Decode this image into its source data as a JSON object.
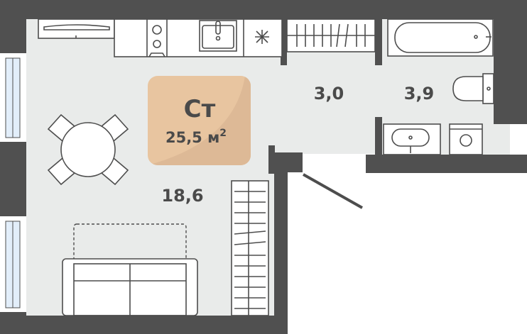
{
  "apartment": {
    "type_label": "Ст",
    "total_area": "25,5 м",
    "area_superscript": "2"
  },
  "rooms": {
    "living_area": "18,6",
    "hall_area": "3,0",
    "bathroom_area": "3,9"
  },
  "colors": {
    "wall": "#505050",
    "floor": "#e9ebea",
    "badge": "#e8c5a0",
    "badge_shade": "#ddb996",
    "window": "#e2eefa"
  }
}
